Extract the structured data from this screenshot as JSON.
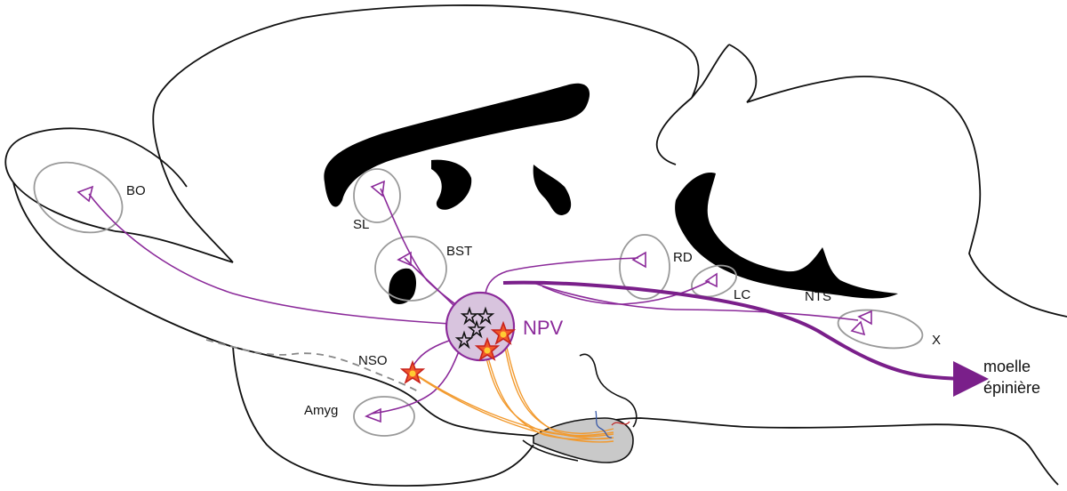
{
  "regions": {
    "bo": "BO",
    "sl": "SL",
    "bst": "BST",
    "rd": "RD",
    "lc": "LC",
    "nts": "NTS",
    "x": "X",
    "npv": "NPV",
    "nso": "NSO",
    "amyg": "Amyg"
  },
  "output": {
    "line1": "moelle",
    "line2": "épinière"
  },
  "colors": {
    "projection": "#8b2a9a",
    "projection_thick": "#7a1f8a",
    "npv_fill": "#d8c4de",
    "hypophysis_fibers": "#f29a2e",
    "star_fill": "#f0582a",
    "star_core": "#ffcc33",
    "outline": "#111111",
    "region_outline": "#9a9a9a",
    "ventricle": "#000000",
    "pituitary_fill": "#c9c9c9"
  }
}
